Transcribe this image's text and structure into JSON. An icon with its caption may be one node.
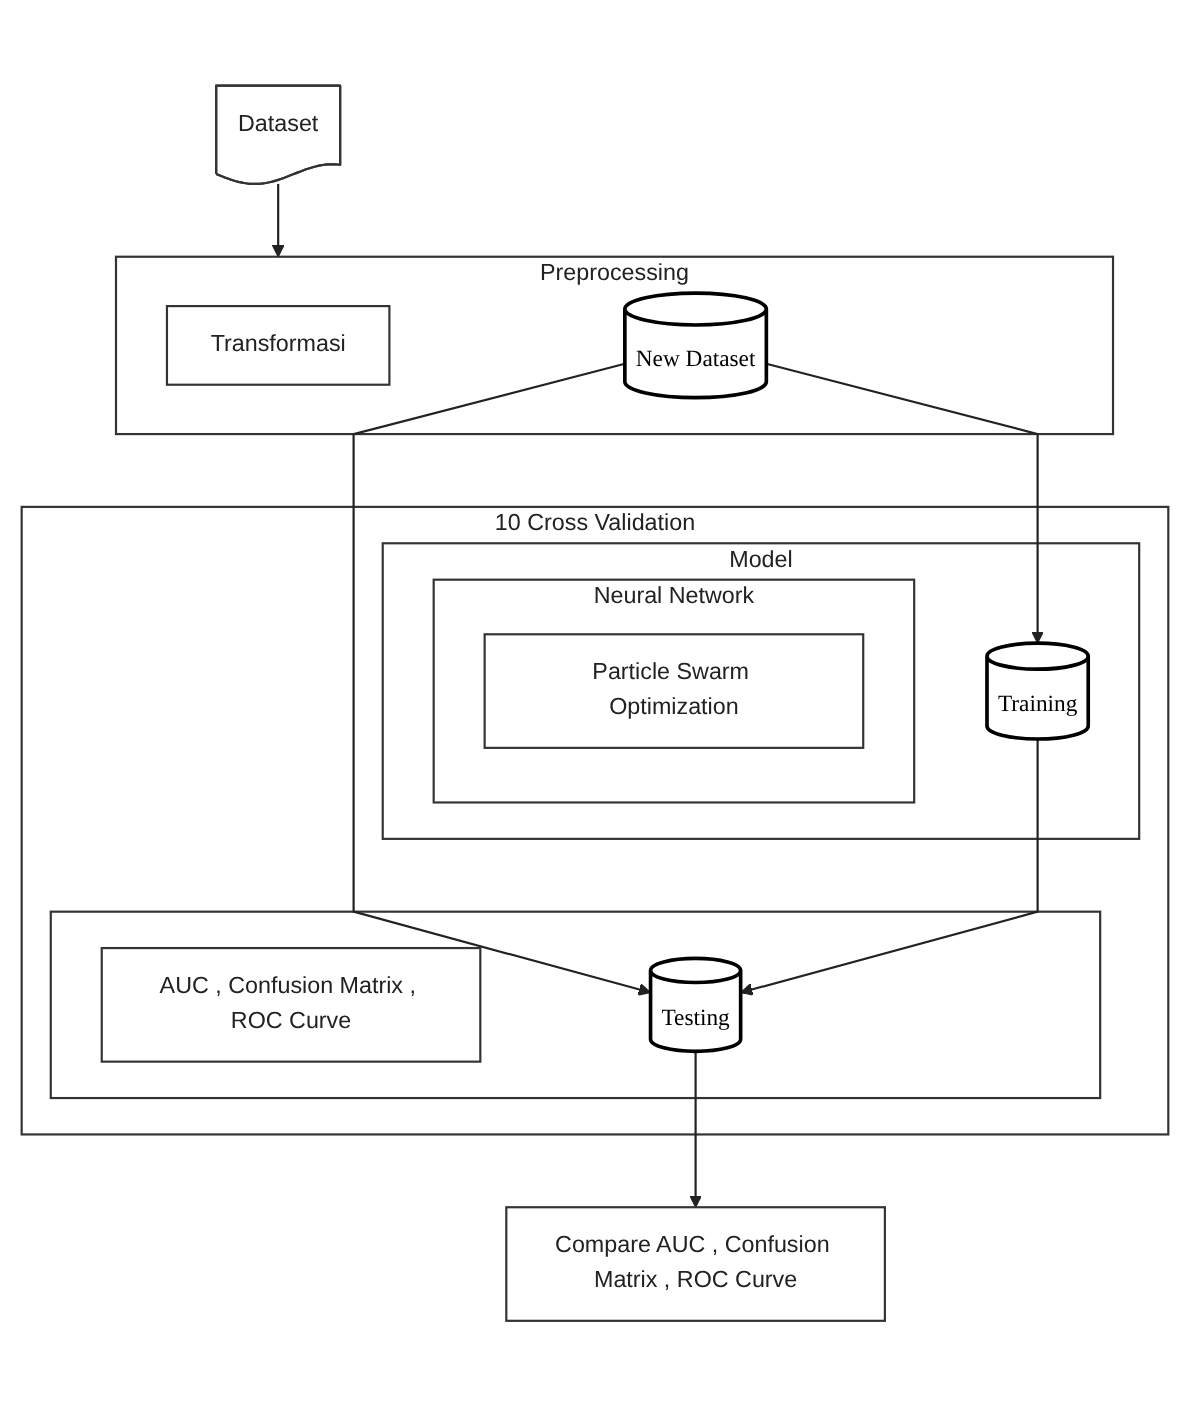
{
  "diagram": {
    "nodes": [
      {
        "text": [
          "Dataset"
        ]
      },
      {
        "text": [
          "Preprocessing"
        ]
      },
      {
        "text": [
          "Transformasi"
        ],
        "in": 1
      },
      {
        "text": [
          "New Dataset"
        ],
        "in": 1
      },
      {
        "text": [
          "10 Cross Validation"
        ]
      },
      {
        "text": [
          "Model"
        ],
        "in": 4
      },
      {
        "text": [
          "Neural Network"
        ],
        "in": 5
      },
      {
        "text": [
          "Particle Swarm Optimization"
        ],
        "in": 6
      },
      {
        "text": [
          "Training"
        ],
        "in": 5
      },
      {
        "text": [],
        "shape": "box",
        "in": 4
      },
      {
        "text": [
          "AUC , Confusion Matrix , ROC Curve"
        ],
        "in": 9
      },
      {
        "text": [
          "Testing"
        ],
        "in": 9
      },
      {
        "text": [
          "Compare AUC , Confusion Matrix , ROC Curve"
        ]
      }
    ],
    "edges": [
      {
        "from": 0,
        "to": 1,
        "arrow": "to"
      },
      {
        "from": 3,
        "to": 8,
        "arrow": "to"
      },
      {
        "from": 3,
        "to": 11,
        "arrow": "to"
      },
      {
        "from": 8,
        "to": 11,
        "arrow": "to"
      },
      {
        "from": 11,
        "to": 12,
        "arrow": "to"
      }
    ]
  }
}
